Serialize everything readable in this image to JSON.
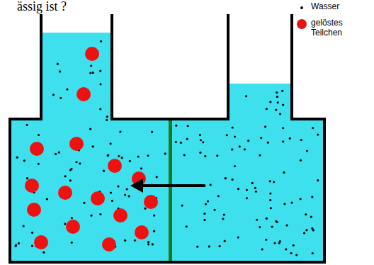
{
  "diagram": {
    "labels": [
      "ässig ist ?"
    ],
    "legend": [
      {
        "text": "Wasser"
      },
      {
        "text": "gelöstes Teilchen"
      }
    ]
  }
}
